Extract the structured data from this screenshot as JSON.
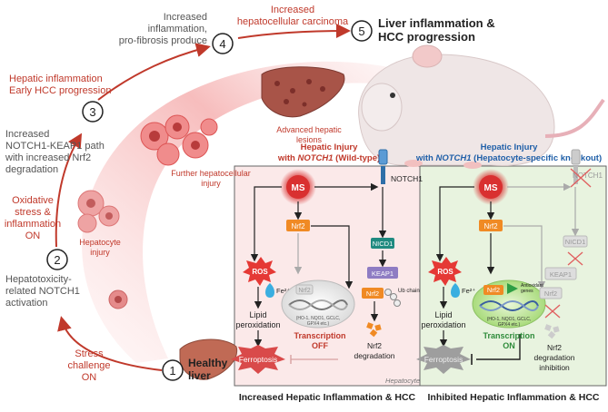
{
  "colors": {
    "red_accent": "#c0392b",
    "blue_accent": "#1f5fa8",
    "gray_text": "#555555",
    "left_panel_bg": "#fbe9e9",
    "right_panel_bg": "#e8f3df",
    "ms_red": "#d93030",
    "nrf2_orange": "#f08a24",
    "nicd1_teal": "#1f8a80",
    "keap1_purple": "#8e7cc3",
    "ros_red": "#e53935",
    "liver_brown": "#b5644f"
  },
  "steps": [
    {
      "number": "1",
      "text": [
        "Healthy",
        "liver"
      ]
    },
    {
      "number": "2",
      "text": [
        "Hepatotoxicity-",
        "related NOTCH1",
        "activation"
      ]
    },
    {
      "number": "3",
      "text": [
        "Increased",
        "NOTCH1-KEAP1 path",
        "with increased Nrf2",
        "degradation"
      ]
    },
    {
      "number": "4",
      "text": [
        "Increased",
        "inflammation,",
        "pro-fibrosis produce"
      ]
    },
    {
      "number": "5",
      "text": [
        "Liver inflammation &",
        "HCC progression"
      ]
    }
  ],
  "transitions": {
    "stress": [
      "Stress",
      "challenge",
      "ON"
    ],
    "oxidative": [
      "Oxidative",
      "stress &",
      "inflammation",
      "ON"
    ],
    "hepatic": [
      "Hepatic inflammation",
      "Early HCC progression"
    ],
    "carcinoma": [
      "Increased",
      "hepatocellular carcinoma"
    ]
  },
  "cell_labels": {
    "hepatocyte_injury": [
      "Hepatocyte",
      "injury"
    ],
    "further_injury": [
      "Further hepatocellular",
      "injury"
    ],
    "advanced_lesions": [
      "Advanced hepatic",
      "lesions"
    ]
  },
  "left_panel": {
    "title_line1": "Hepatic Injury",
    "title_line2_prefix": "with ",
    "title_gene": "NOTCH1",
    "title_line2_suffix": " (Wild-type)",
    "footer": "Increased Hepatic Inflammation & HCC",
    "ms": "MS",
    "ros": "ROS",
    "fe": "Fe²⁺",
    "lipid": [
      "Lipid",
      "peroxidation"
    ],
    "ferroptosis": "Ferroptosis",
    "nrf2": "Nrf2",
    "nrf2_nucleus": "Nrf2",
    "genes": [
      "(HO-1, NQO1, GCLC,",
      "GPX4 etc.)"
    ],
    "transcription": [
      "Transcription",
      "OFF"
    ],
    "notch1": "NOTCH1",
    "nicd1": "NICD1",
    "keap1": "KEAP1",
    "nrf2_complex": "Nrf2",
    "ub_chain": "Ub chain",
    "degradation": [
      "Nrf2",
      "degradation"
    ],
    "hepatocyte": "Hepatocyte"
  },
  "right_panel": {
    "title_line1": "Hepatic Injury",
    "title_line2_prefix": "with ",
    "title_gene": "NOTCH1",
    "title_line2_suffix": " (Hepatocyte-specific knockout)",
    "footer": "Inhibited Hepatic Inflammation & HCC",
    "ms": "MS",
    "ros": "ROS",
    "fe": "Fe²⁺",
    "lipid": [
      "Lipid",
      "peroxidation"
    ],
    "ferroptosis": "Ferroptosis",
    "nrf2": "Nrf2",
    "nrf2_nucleus": "Nrf2",
    "antioxidant": [
      "Antioxidant",
      "genes"
    ],
    "genes": [
      "(HO-1, NQO1, GCLC,",
      "GPX4 etc.)"
    ],
    "transcription": [
      "Transcription",
      "ON"
    ],
    "notch1": "NOTCH1",
    "nicd1": "NICD1",
    "keap1": "KEAP1",
    "nrf2_complex": "Nrf2",
    "degradation": [
      "Nrf2",
      "degradation",
      "inhibition"
    ]
  }
}
